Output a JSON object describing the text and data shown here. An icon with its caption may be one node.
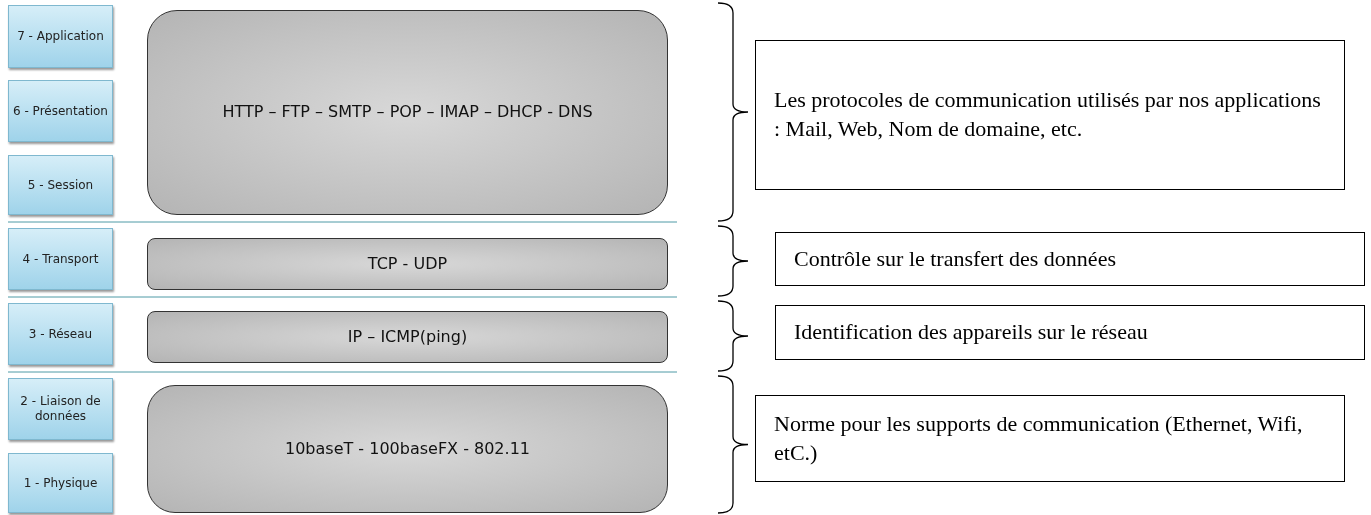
{
  "diagram": {
    "nodes": [
      {
        "text": [
          "7 - Application"
        ]
      },
      {
        "text": [
          "6 - Présentation"
        ]
      },
      {
        "text": [
          "5 - Session"
        ]
      },
      {
        "text": [
          "4 - Transport"
        ]
      },
      {
        "text": [
          "3 - Réseau"
        ]
      },
      {
        "text": [
          "2 - Liaison de données"
        ]
      },
      {
        "text": [
          "1 - Physique"
        ]
      },
      {
        "text": [
          "HTTP – FTP – SMTP – POP – IMAP – DHCP - DNS"
        ]
      },
      {
        "text": [
          "TCP - UDP"
        ]
      },
      {
        "text": [
          "IP – ICMP(ping)"
        ]
      },
      {
        "text": [
          "10baseT - 100baseFX - 802.11"
        ]
      },
      {
        "text": [
          "Les protocoles de communication utilisés par nos applications : Mail, Web, Nom de domaine, etc."
        ]
      },
      {
        "text": [
          "Contrôle sur le transfert des données"
        ]
      },
      {
        "text": [
          "Identification des appareils sur le réseau"
        ]
      },
      {
        "text": [
          "Norme pour les supports de communication (Ethernet, Wifi, etC.)"
        ]
      }
    ],
    "edges": []
  }
}
